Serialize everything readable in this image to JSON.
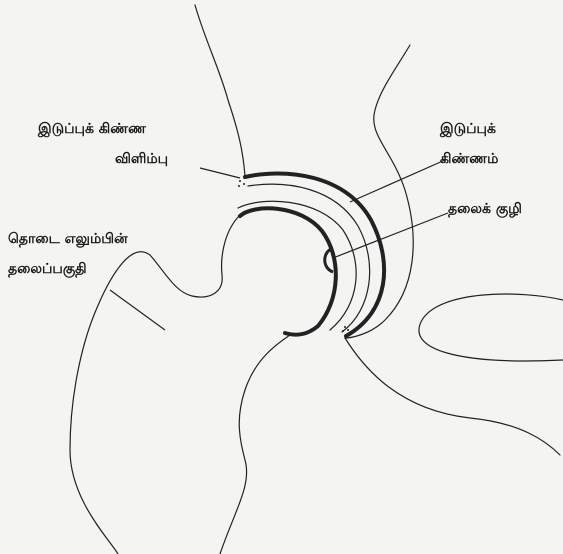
{
  "labels": {
    "acetabular_rim_line1": "இடுப்புக் கிண்ண",
    "acetabular_rim_line2": "விளிம்பு",
    "acetabulum_line1": "இடுப்புக்",
    "acetabulum_line2": "கிண்ணம்",
    "femoral_head_line1": "தொடை எலும்பின்",
    "femoral_head_line2": "தலைப்பகுதி",
    "fovea": "தலைக் குழி"
  }
}
